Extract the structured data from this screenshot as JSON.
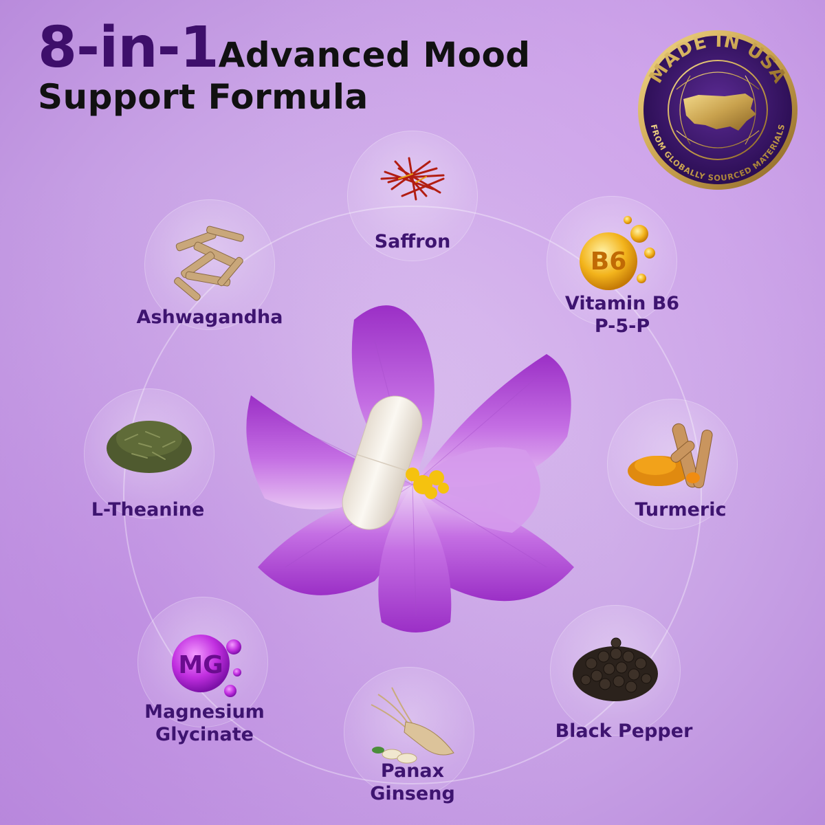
{
  "headline": {
    "number": "8-in-1",
    "line1": "Advanced Mood",
    "line2": "Support Formula"
  },
  "badge": {
    "top_text": "MADE IN USA",
    "bottom_text": "FROM GLOBALLY SOURCED MATERIALS",
    "ring_color": "#3a1468",
    "gold_color": "#c9a24e"
  },
  "ingredients": {
    "saffron": {
      "line1": "Saffron"
    },
    "ashwagandha": {
      "line1": "Ashwagandha"
    },
    "vitamin_b6": {
      "line1": "Vitamin B6",
      "line2": "P-5-P",
      "icon_text": "B6"
    },
    "l_theanine": {
      "line1": "L-Theanine"
    },
    "turmeric": {
      "line1": "Turmeric"
    },
    "magnesium": {
      "line1": "Magnesium",
      "line2": "Glycinate",
      "icon_text": "MG"
    },
    "black_pepper": {
      "line1": "Black Pepper"
    },
    "panax_ginseng": {
      "line1": "Panax",
      "line2": "Ginseng"
    }
  },
  "colors": {
    "label_purple": "#3e1470",
    "headline_purple": "#3e0f6b",
    "flower_petal": "#b146d6",
    "capsule": "#f4eee6"
  }
}
